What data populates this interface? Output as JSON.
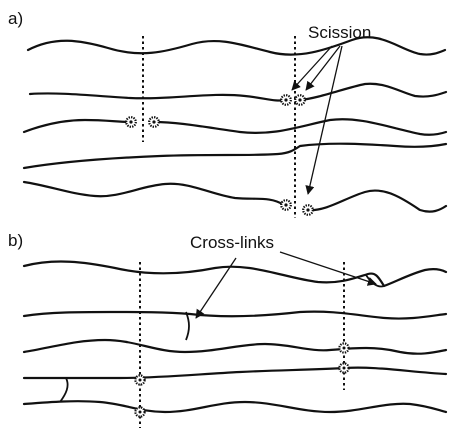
{
  "panels": {
    "a": {
      "label": "a)",
      "annotation": "Scission"
    },
    "b": {
      "label": "b)",
      "annotation": "Cross-links"
    }
  },
  "colors": {
    "line": "#111111",
    "background": "#ffffff"
  },
  "icons": {
    "scission_marker": "chain-break-radical-icon"
  }
}
